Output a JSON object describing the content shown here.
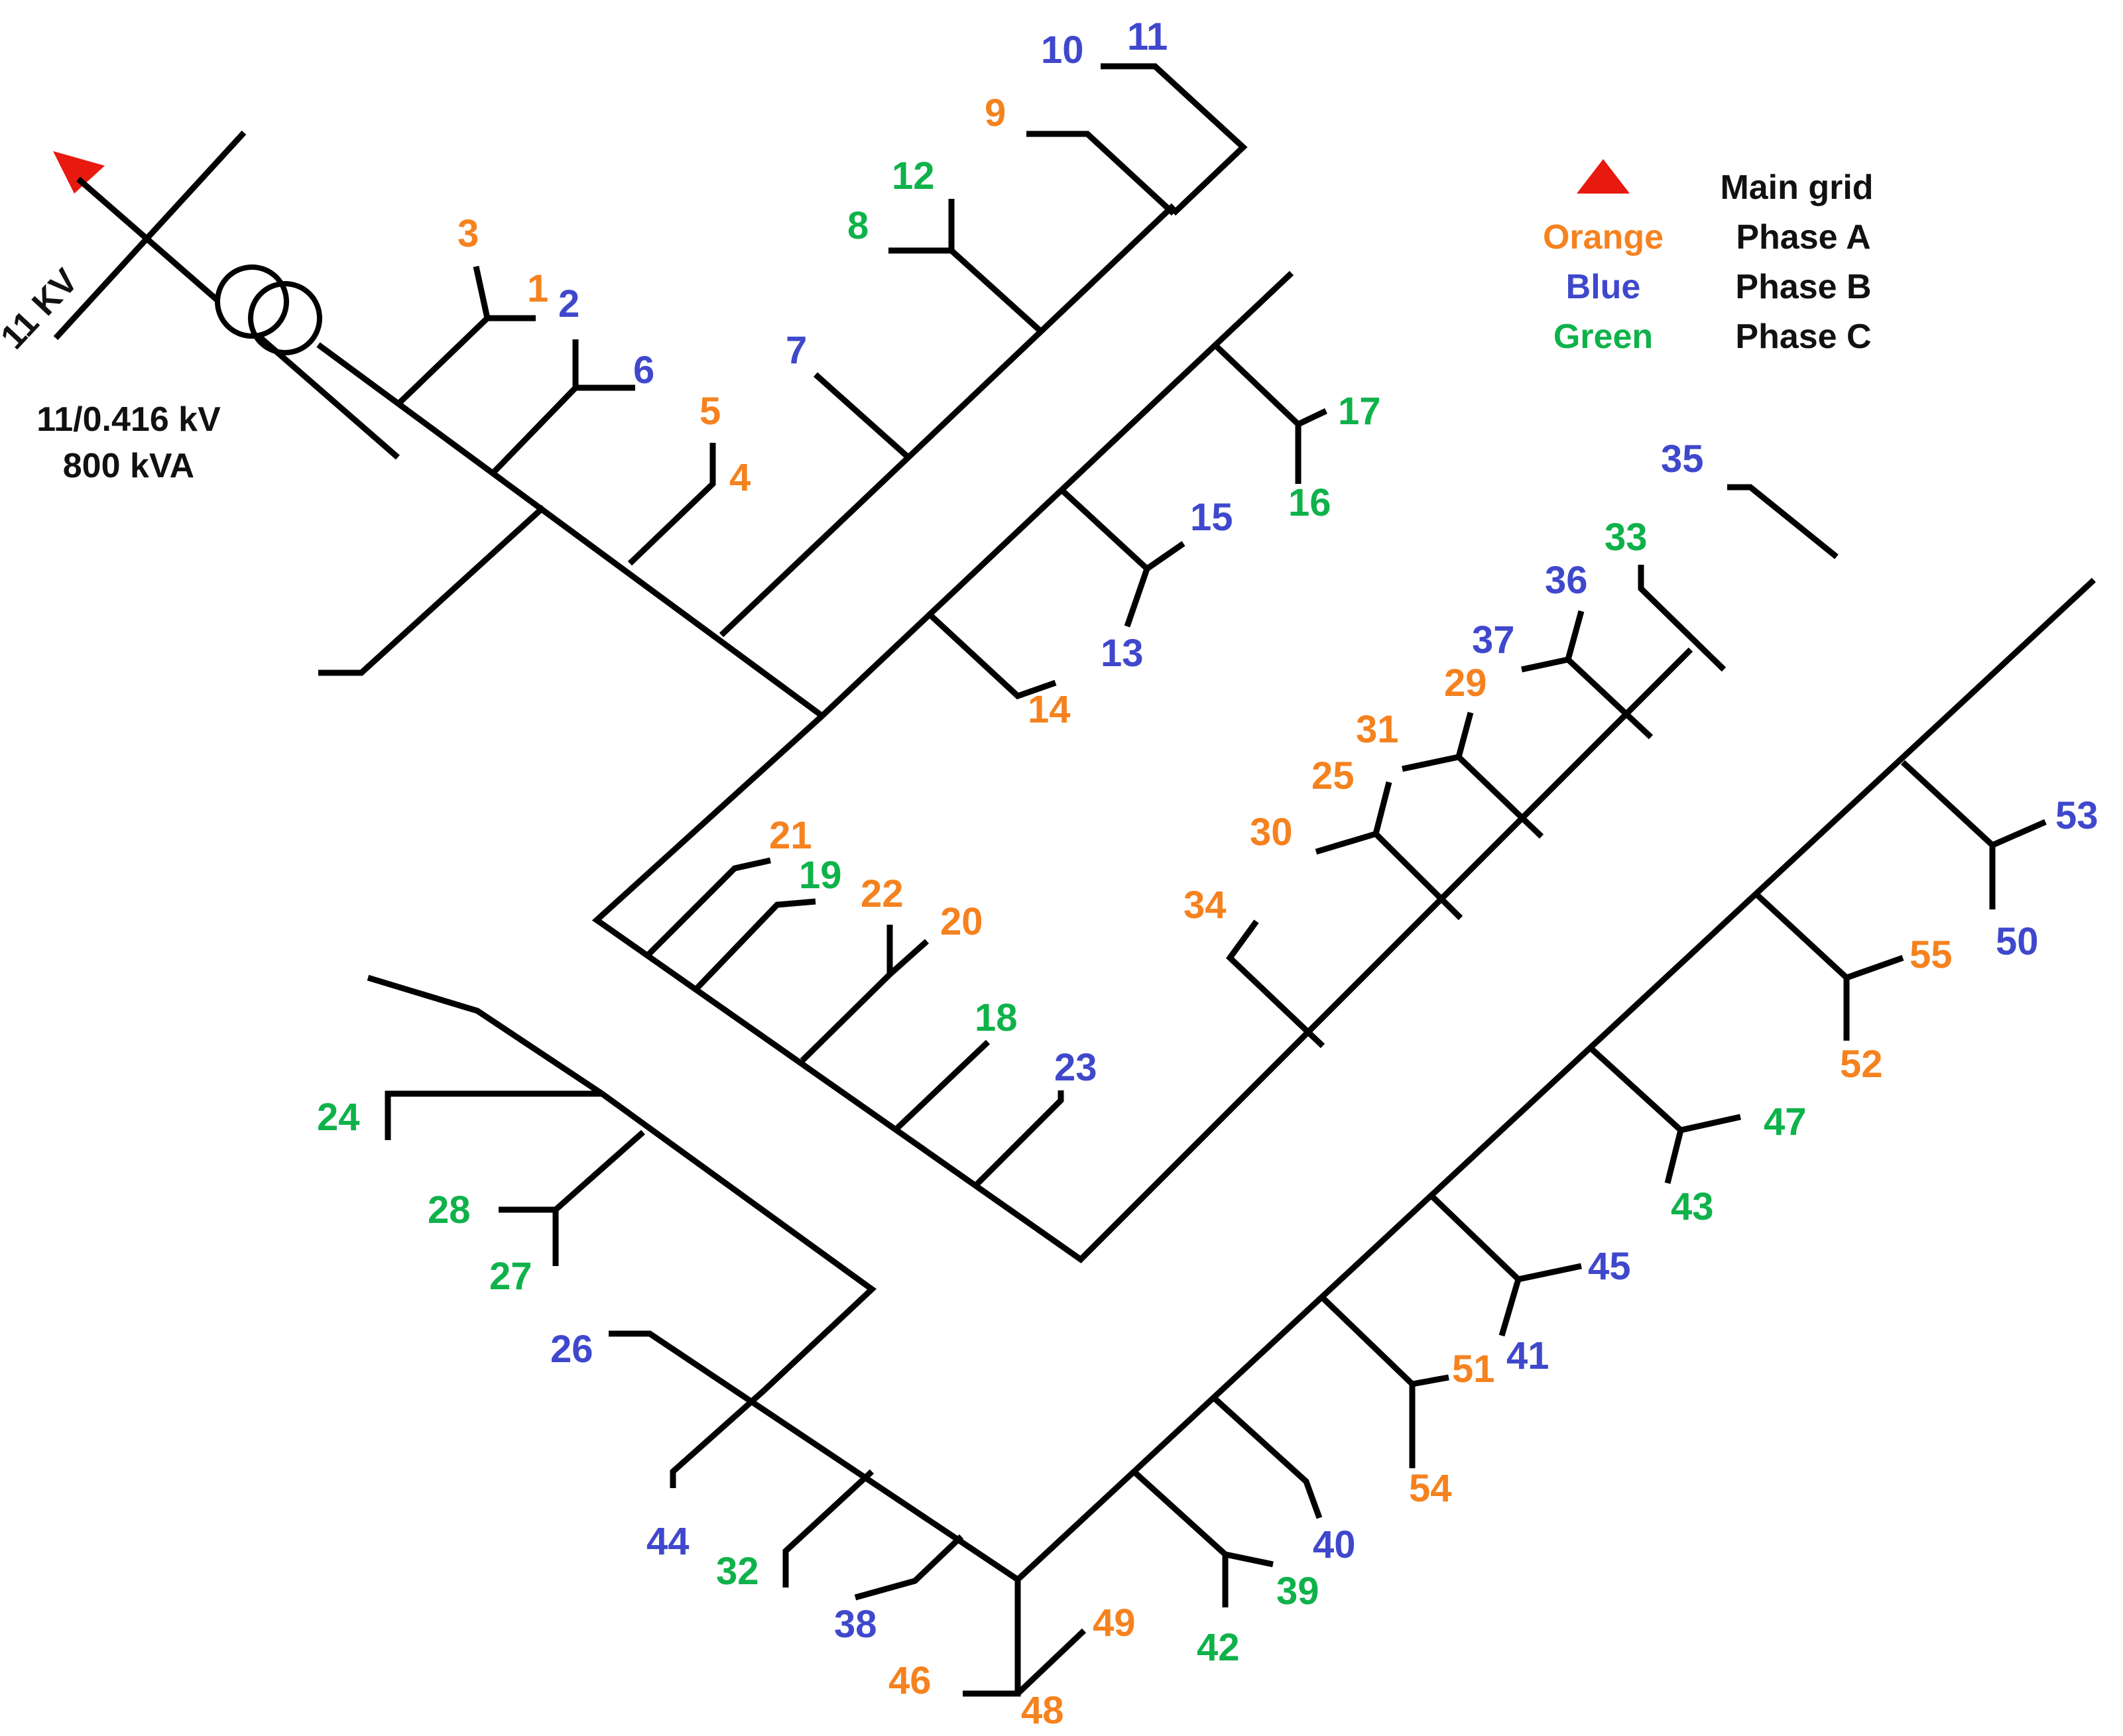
{
  "colors": {
    "phase_a": "#F5821F",
    "phase_b": "#3F48CC",
    "phase_c": "#0FB24A",
    "line": "#000000",
    "grid_marker": "#E8190F"
  },
  "source": {
    "voltage_label": "11 KV",
    "transformer_rating_line1": "11/0.416 kV",
    "transformer_rating_line2": "800 kVA"
  },
  "legend": {
    "main_grid": "Main grid",
    "orange": "Orange",
    "phase_a": "Phase A",
    "blue": "Blue",
    "phase_b": "Phase B",
    "green": "Green",
    "phase_c": "Phase C"
  },
  "nodes": [
    {
      "id": "1",
      "phase": "A"
    },
    {
      "id": "2",
      "phase": "B"
    },
    {
      "id": "3",
      "phase": "A"
    },
    {
      "id": "4",
      "phase": "A"
    },
    {
      "id": "5",
      "phase": "A"
    },
    {
      "id": "6",
      "phase": "B"
    },
    {
      "id": "7",
      "phase": "B"
    },
    {
      "id": "8",
      "phase": "C"
    },
    {
      "id": "9",
      "phase": "A"
    },
    {
      "id": "10",
      "phase": "B"
    },
    {
      "id": "11",
      "phase": "B"
    },
    {
      "id": "12",
      "phase": "C"
    },
    {
      "id": "13",
      "phase": "B"
    },
    {
      "id": "14",
      "phase": "A"
    },
    {
      "id": "15",
      "phase": "B"
    },
    {
      "id": "16",
      "phase": "C"
    },
    {
      "id": "17",
      "phase": "C"
    },
    {
      "id": "18",
      "phase": "C"
    },
    {
      "id": "19",
      "phase": "C"
    },
    {
      "id": "20",
      "phase": "A"
    },
    {
      "id": "21",
      "phase": "A"
    },
    {
      "id": "22",
      "phase": "A"
    },
    {
      "id": "23",
      "phase": "B"
    },
    {
      "id": "24",
      "phase": "C"
    },
    {
      "id": "25",
      "phase": "A"
    },
    {
      "id": "26",
      "phase": "B"
    },
    {
      "id": "27",
      "phase": "C"
    },
    {
      "id": "28",
      "phase": "C"
    },
    {
      "id": "29",
      "phase": "A"
    },
    {
      "id": "30",
      "phase": "A"
    },
    {
      "id": "31",
      "phase": "A"
    },
    {
      "id": "32",
      "phase": "C"
    },
    {
      "id": "33",
      "phase": "C"
    },
    {
      "id": "34",
      "phase": "A"
    },
    {
      "id": "35",
      "phase": "B"
    },
    {
      "id": "36",
      "phase": "B"
    },
    {
      "id": "37",
      "phase": "B"
    },
    {
      "id": "38",
      "phase": "B"
    },
    {
      "id": "39",
      "phase": "C"
    },
    {
      "id": "40",
      "phase": "B"
    },
    {
      "id": "41",
      "phase": "B"
    },
    {
      "id": "42",
      "phase": "C"
    },
    {
      "id": "43",
      "phase": "C"
    },
    {
      "id": "44",
      "phase": "B"
    },
    {
      "id": "45",
      "phase": "B"
    },
    {
      "id": "46",
      "phase": "A"
    },
    {
      "id": "47",
      "phase": "C"
    },
    {
      "id": "48",
      "phase": "A"
    },
    {
      "id": "49",
      "phase": "A"
    },
    {
      "id": "50",
      "phase": "B"
    },
    {
      "id": "51",
      "phase": "A"
    },
    {
      "id": "52",
      "phase": "A"
    },
    {
      "id": "53",
      "phase": "B"
    },
    {
      "id": "54",
      "phase": "A"
    },
    {
      "id": "55",
      "phase": "A"
    }
  ]
}
